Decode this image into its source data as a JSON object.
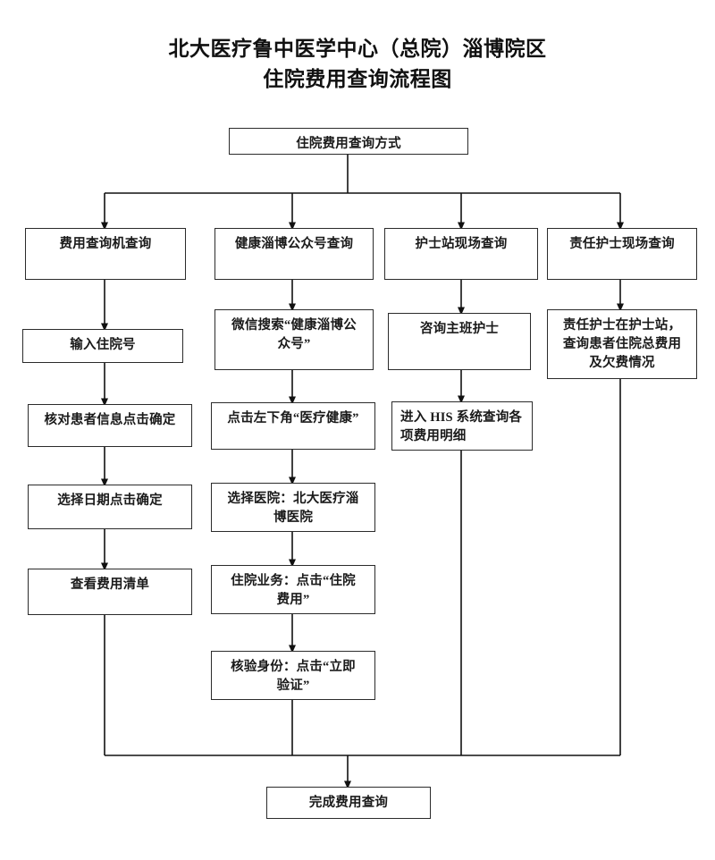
{
  "title": {
    "line1": "北大医疗鲁中医学中心（总院）淄博院区",
    "line2": "住院费用查询流程图"
  },
  "nodes": {
    "start": "住院费用查询方式",
    "col1": {
      "branch": "费用查询机查询",
      "step1": "输入住院号",
      "step2": "核对患者信息点击确定",
      "step3": "选择日期点击确定",
      "step4": "查看费用清单"
    },
    "col2": {
      "branch": "健康淄博公众号查询",
      "step1": "微信搜索“健康淄博公\n众号”",
      "step2": "点击左下角“医疗健康”",
      "step3": "选择医院：北大医疗淄\n博医院",
      "step4": "住院业务：点击“住院\n费用”",
      "step5": "核验身份：点击“立即\n验证”"
    },
    "col3": {
      "branch": "护士站现场查询",
      "step1": "咨询主班护士",
      "step2": "进入 HIS 系统查询各\n项费用明细"
    },
    "col4": {
      "branch": "责任护士现场查询",
      "step1": "责任护士在护士站，\n查询患者住院总费用\n及欠费情况"
    },
    "end": "完成费用查询"
  },
  "colors": {
    "stroke": "#2b2b2b",
    "connector": "#111111",
    "background": "#ffffff",
    "text": "#1a1a1a"
  }
}
